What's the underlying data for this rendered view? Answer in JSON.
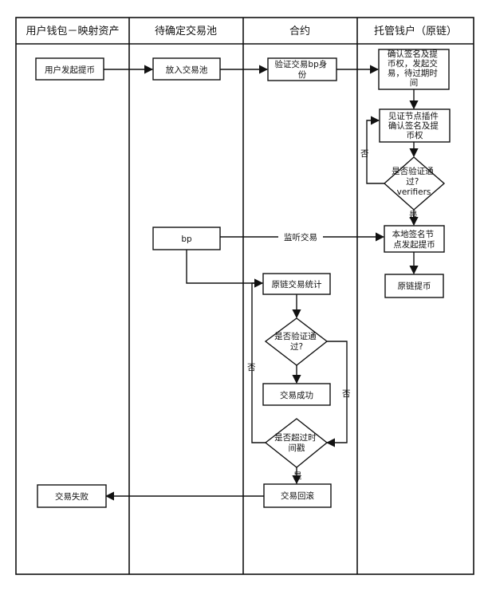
{
  "lanes": {
    "user": "用户钱包－映射资产",
    "pool": "待确定交易池",
    "contract": "合约",
    "custody": "托管钱户（原链）"
  },
  "nodes": {
    "user_withdraw": [
      "用户发起提币"
    ],
    "put_pool": [
      "放入交易池"
    ],
    "verify_bp": [
      "验证交易bp身",
      "份"
    ],
    "confirm_sig": [
      "确认签名及提",
      "币权，发起交",
      "易，待过期时",
      "间"
    ],
    "witness": [
      "见证节点插件",
      "确认签名及提",
      "币权"
    ],
    "verified_q1": [
      "是否验证通",
      "过?",
      "verifiers"
    ],
    "local_sign": [
      "本地签名节",
      "点发起提币"
    ],
    "chain_withdraw": [
      "原链提币"
    ],
    "bp": [
      "bp"
    ],
    "chain_stats": [
      "原链交易统计"
    ],
    "verified_q2": [
      "是否验证通",
      "过?"
    ],
    "tx_success": [
      "交易成功"
    ],
    "timeout_q": [
      "是否超过时",
      "间戳"
    ],
    "tx_rollback": [
      "交易回滚"
    ],
    "tx_fail": [
      "交易失败"
    ]
  },
  "edges": {
    "monitor": "监听交易",
    "no1": "否",
    "yes1": "是",
    "no2": "否",
    "no3": "否",
    "yes2": "是"
  }
}
